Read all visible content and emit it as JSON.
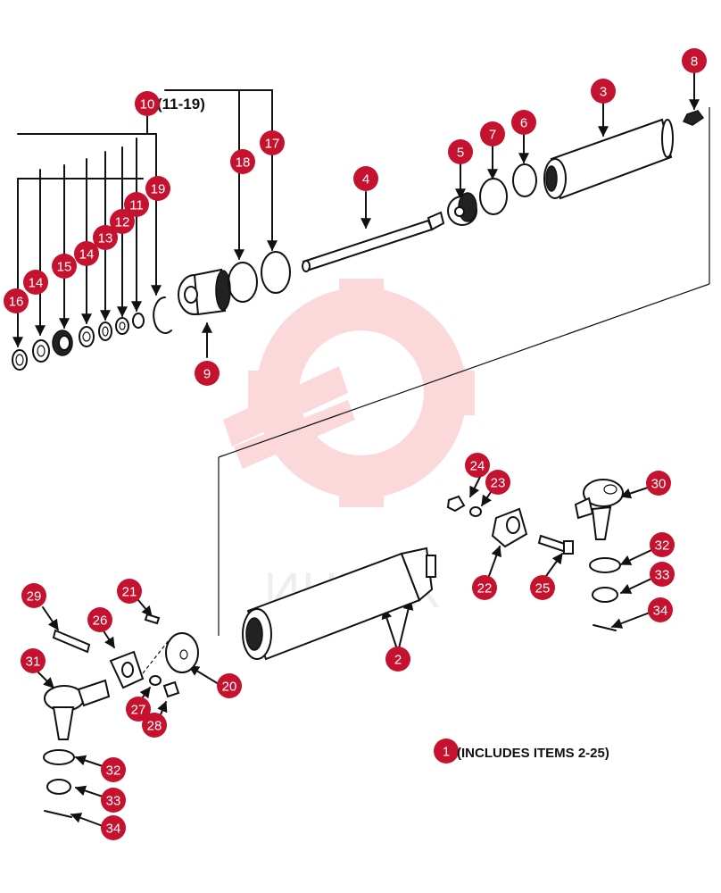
{
  "watermark": {
    "text": "ИНТЕХ",
    "color": "#e8121f"
  },
  "colors": {
    "callout": "#c4122f",
    "line": "#111111"
  },
  "bracket_label": "(11-19)",
  "caption": {
    "number": "1",
    "text": "(INCLUDES ITEMS 2-25)"
  },
  "callouts": [
    "10",
    "8",
    "3",
    "7",
    "6",
    "5",
    "17",
    "18",
    "4",
    "19",
    "11",
    "12",
    "13",
    "14",
    "15",
    "14",
    "16",
    "9",
    "24",
    "23",
    "30",
    "22",
    "25",
    "32",
    "33",
    "34",
    "21",
    "29",
    "26",
    "31",
    "2",
    "20",
    "27",
    "28",
    "32",
    "33",
    "34"
  ]
}
